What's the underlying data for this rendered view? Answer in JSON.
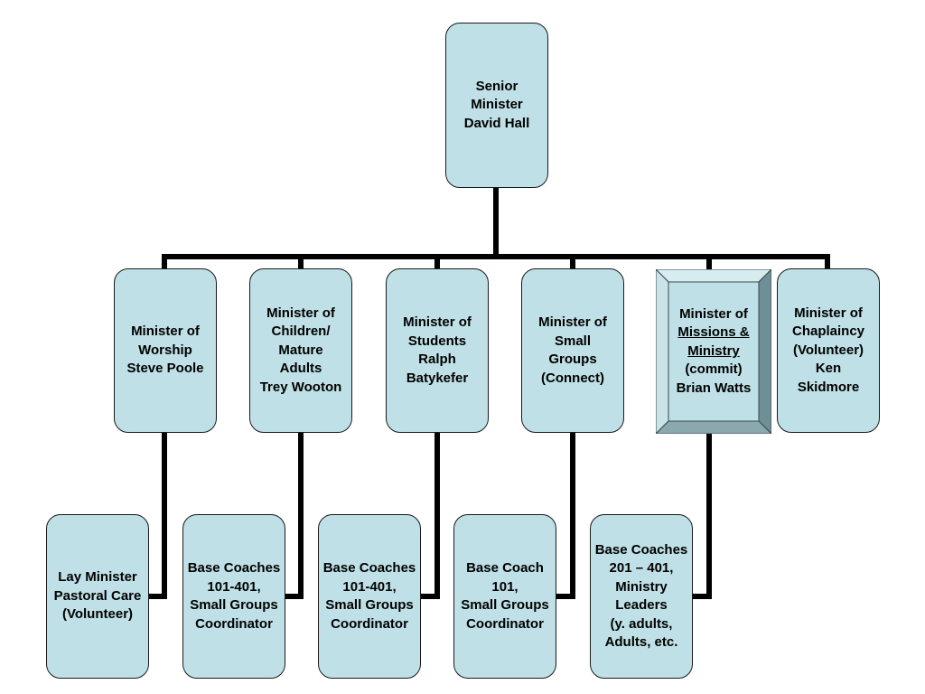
{
  "colors": {
    "node_fill": "#bfe0e6",
    "connector": "#000000",
    "bevel_dark": "#6e8f96",
    "bevel_light": "#d6ecef"
  },
  "top": {
    "lines": [
      "Senior",
      "Minister",
      "David Hall"
    ]
  },
  "ministers": [
    {
      "key": "worship",
      "lines": [
        "Minister of",
        "Worship",
        "Steve Poole"
      ]
    },
    {
      "key": "children",
      "lines": [
        "Minister of",
        "Children/",
        "Mature",
        "Adults",
        "Trey Wooton"
      ]
    },
    {
      "key": "students",
      "lines": [
        "Minister of",
        "Students",
        "Ralph",
        "Batykefer"
      ]
    },
    {
      "key": "small-groups",
      "lines": [
        "Minister of",
        "Small",
        "Groups",
        "(Connect)"
      ]
    },
    {
      "key": "missions",
      "lines": [
        "Minister of",
        "Missions &",
        "Ministry",
        "(commit)",
        "Brian Watts"
      ]
    },
    {
      "key": "chaplaincy",
      "lines": [
        "Minister of",
        "Chaplaincy",
        "(Volunteer)",
        "Ken",
        "Skidmore"
      ]
    }
  ],
  "subordinates": [
    {
      "key": "lay-minister",
      "lines": [
        "Lay Minister",
        "Pastoral Care",
        "(Volunteer)"
      ]
    },
    {
      "key": "base-coaches-children",
      "lines": [
        "Base Coaches",
        "101-401,",
        "Small Groups",
        "Coordinator"
      ]
    },
    {
      "key": "base-coaches-students",
      "lines": [
        "Base Coaches",
        "101-401,",
        "Small Groups",
        "Coordinator"
      ]
    },
    {
      "key": "base-coach-small-groups",
      "lines": [
        "Base Coach",
        "101,",
        "Small Groups",
        "Coordinator"
      ]
    },
    {
      "key": "base-coaches-missions",
      "lines": [
        "Base Coaches",
        "201 – 401,",
        "Ministry",
        "Leaders",
        "(y. adults,",
        "Adults, etc."
      ]
    }
  ]
}
